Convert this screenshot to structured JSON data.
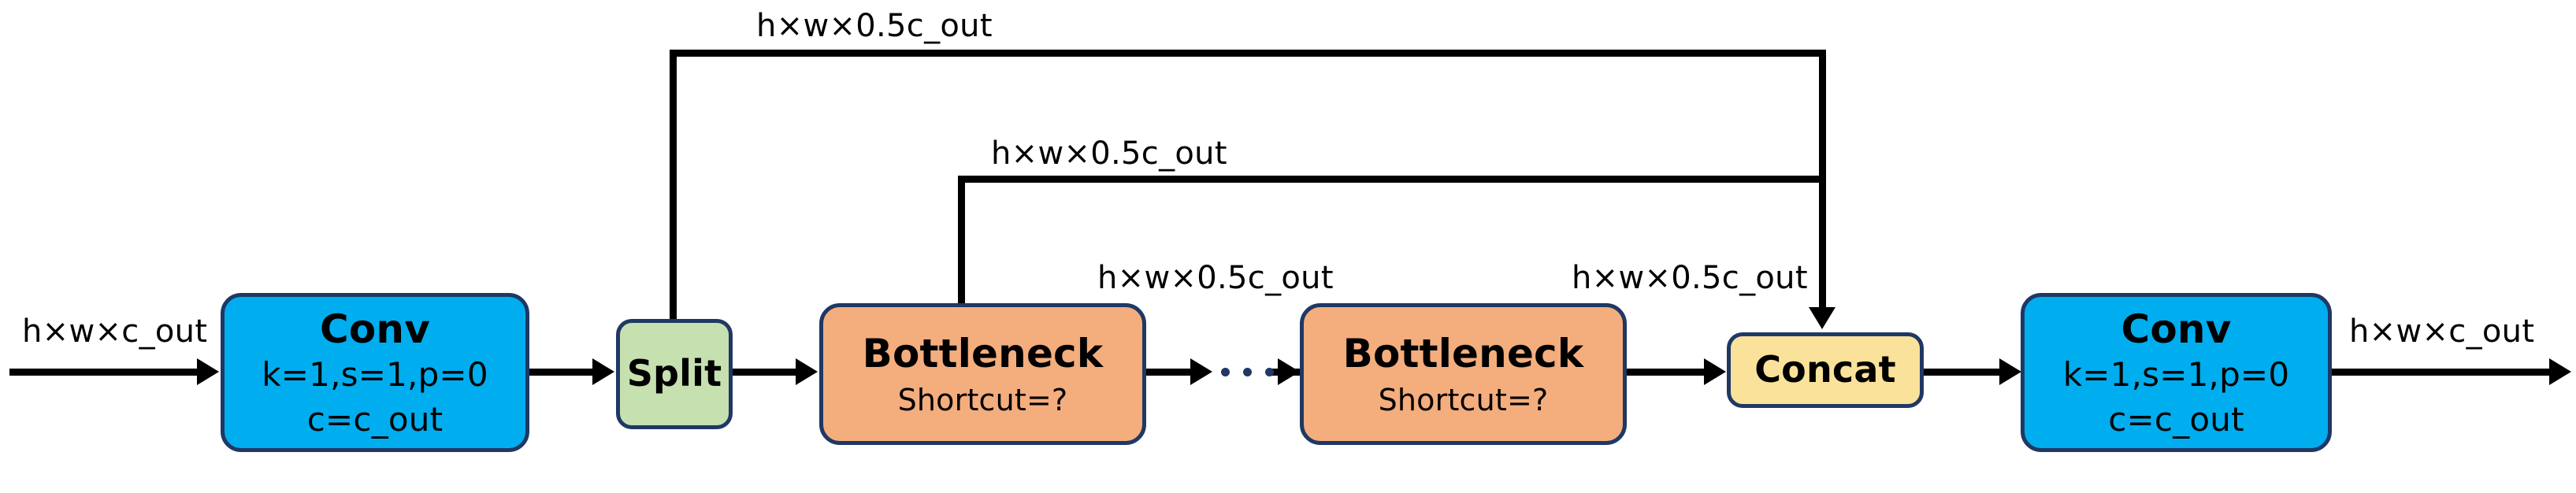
{
  "diagram": {
    "title": "C2f / CSP Bottleneck block dataflow diagram",
    "colors": {
      "conv_fill": "#00AEEF",
      "split_fill": "#C6E0B0",
      "bottleneck_fill": "#F4AD7D",
      "concat_fill": "#FBE29A",
      "node_border": "#1F3864",
      "edge": "#000000",
      "background": "#FFFFFF"
    },
    "nodes": [
      {
        "id": "conv-in",
        "type": "conv",
        "title": "Conv",
        "line1": "k=1,s=1,p=0",
        "line2": "c=c_out"
      },
      {
        "id": "split",
        "type": "split",
        "title": "Split"
      },
      {
        "id": "bottleneck-1",
        "type": "bottleneck",
        "title": "Bottleneck",
        "line1": "Shortcut=?"
      },
      {
        "id": "bottleneck-2",
        "type": "bottleneck",
        "title": "Bottleneck",
        "line1": "Shortcut=?"
      },
      {
        "id": "concat",
        "type": "concat",
        "title": "Concat"
      },
      {
        "id": "conv-out",
        "type": "conv",
        "title": "Conv",
        "line1": "k=1,s=1,p=0",
        "line2": "c=c_out"
      }
    ],
    "edge_labels": {
      "input": "h×w×c_out",
      "split_branch": "h×w×0.5c_out",
      "bottleneck1_branch": "h×w×0.5c_out",
      "between_bottlenecks": "h×w×0.5c_out",
      "bottleneck2_to_concat": "h×w×0.5c_out",
      "output": "h×w×c_out"
    },
    "ellipsis": "• • •"
  }
}
